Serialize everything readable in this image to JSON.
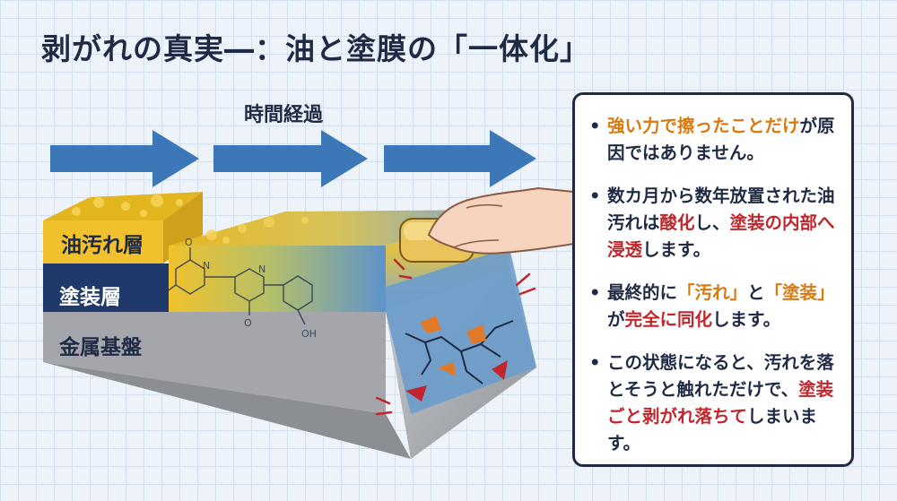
{
  "title": "剥がれの真実―：油と塗膜の「一体化」",
  "time_label": "時間経過",
  "layers": {
    "oil": "油汚れ層",
    "paint": "塗装層",
    "metal": "金属基盤"
  },
  "molecule_labels": {
    "n": "N",
    "o": "O",
    "oh": "OH"
  },
  "colors": {
    "oil": "#f0c12c",
    "paint": "#1f3a6a",
    "metal": "#a7aaae",
    "arrow": "#3c78b8",
    "highlight_orange": "#d97a10",
    "highlight_red": "#c0262b",
    "panel_border": "#1f2a44"
  },
  "icons": [
    "arrow-right-icon",
    "hand-with-sponge-icon",
    "crack-icon",
    "chemical-structure-icon",
    "vibration-marks-icon"
  ],
  "points": [
    [
      {
        "text": "強い力で擦ったことだけ",
        "style": "orange"
      },
      {
        "text": "が原因ではありません。",
        "style": "plain"
      }
    ],
    [
      {
        "text": "数カ月から数年放置された油汚れは",
        "style": "plain"
      },
      {
        "text": "酸化",
        "style": "red"
      },
      {
        "text": "し、",
        "style": "plain"
      },
      {
        "text": "塗装の内部へ浸透",
        "style": "red"
      },
      {
        "text": "します。",
        "style": "plain"
      }
    ],
    [
      {
        "text": "最終的に",
        "style": "plain"
      },
      {
        "text": "「汚れ」",
        "style": "orange"
      },
      {
        "text": "と",
        "style": "plain"
      },
      {
        "text": "「塗装」",
        "style": "orange"
      },
      {
        "text": "が",
        "style": "plain"
      },
      {
        "text": "完全に同化",
        "style": "red"
      },
      {
        "text": "します。",
        "style": "plain"
      }
    ],
    [
      {
        "text": "この状態になると、汚れを落とそうと触れただけで、",
        "style": "plain"
      },
      {
        "text": "塗装ごと剥がれ落ちて",
        "style": "red"
      },
      {
        "text": "しまいます。",
        "style": "plain"
      }
    ]
  ]
}
